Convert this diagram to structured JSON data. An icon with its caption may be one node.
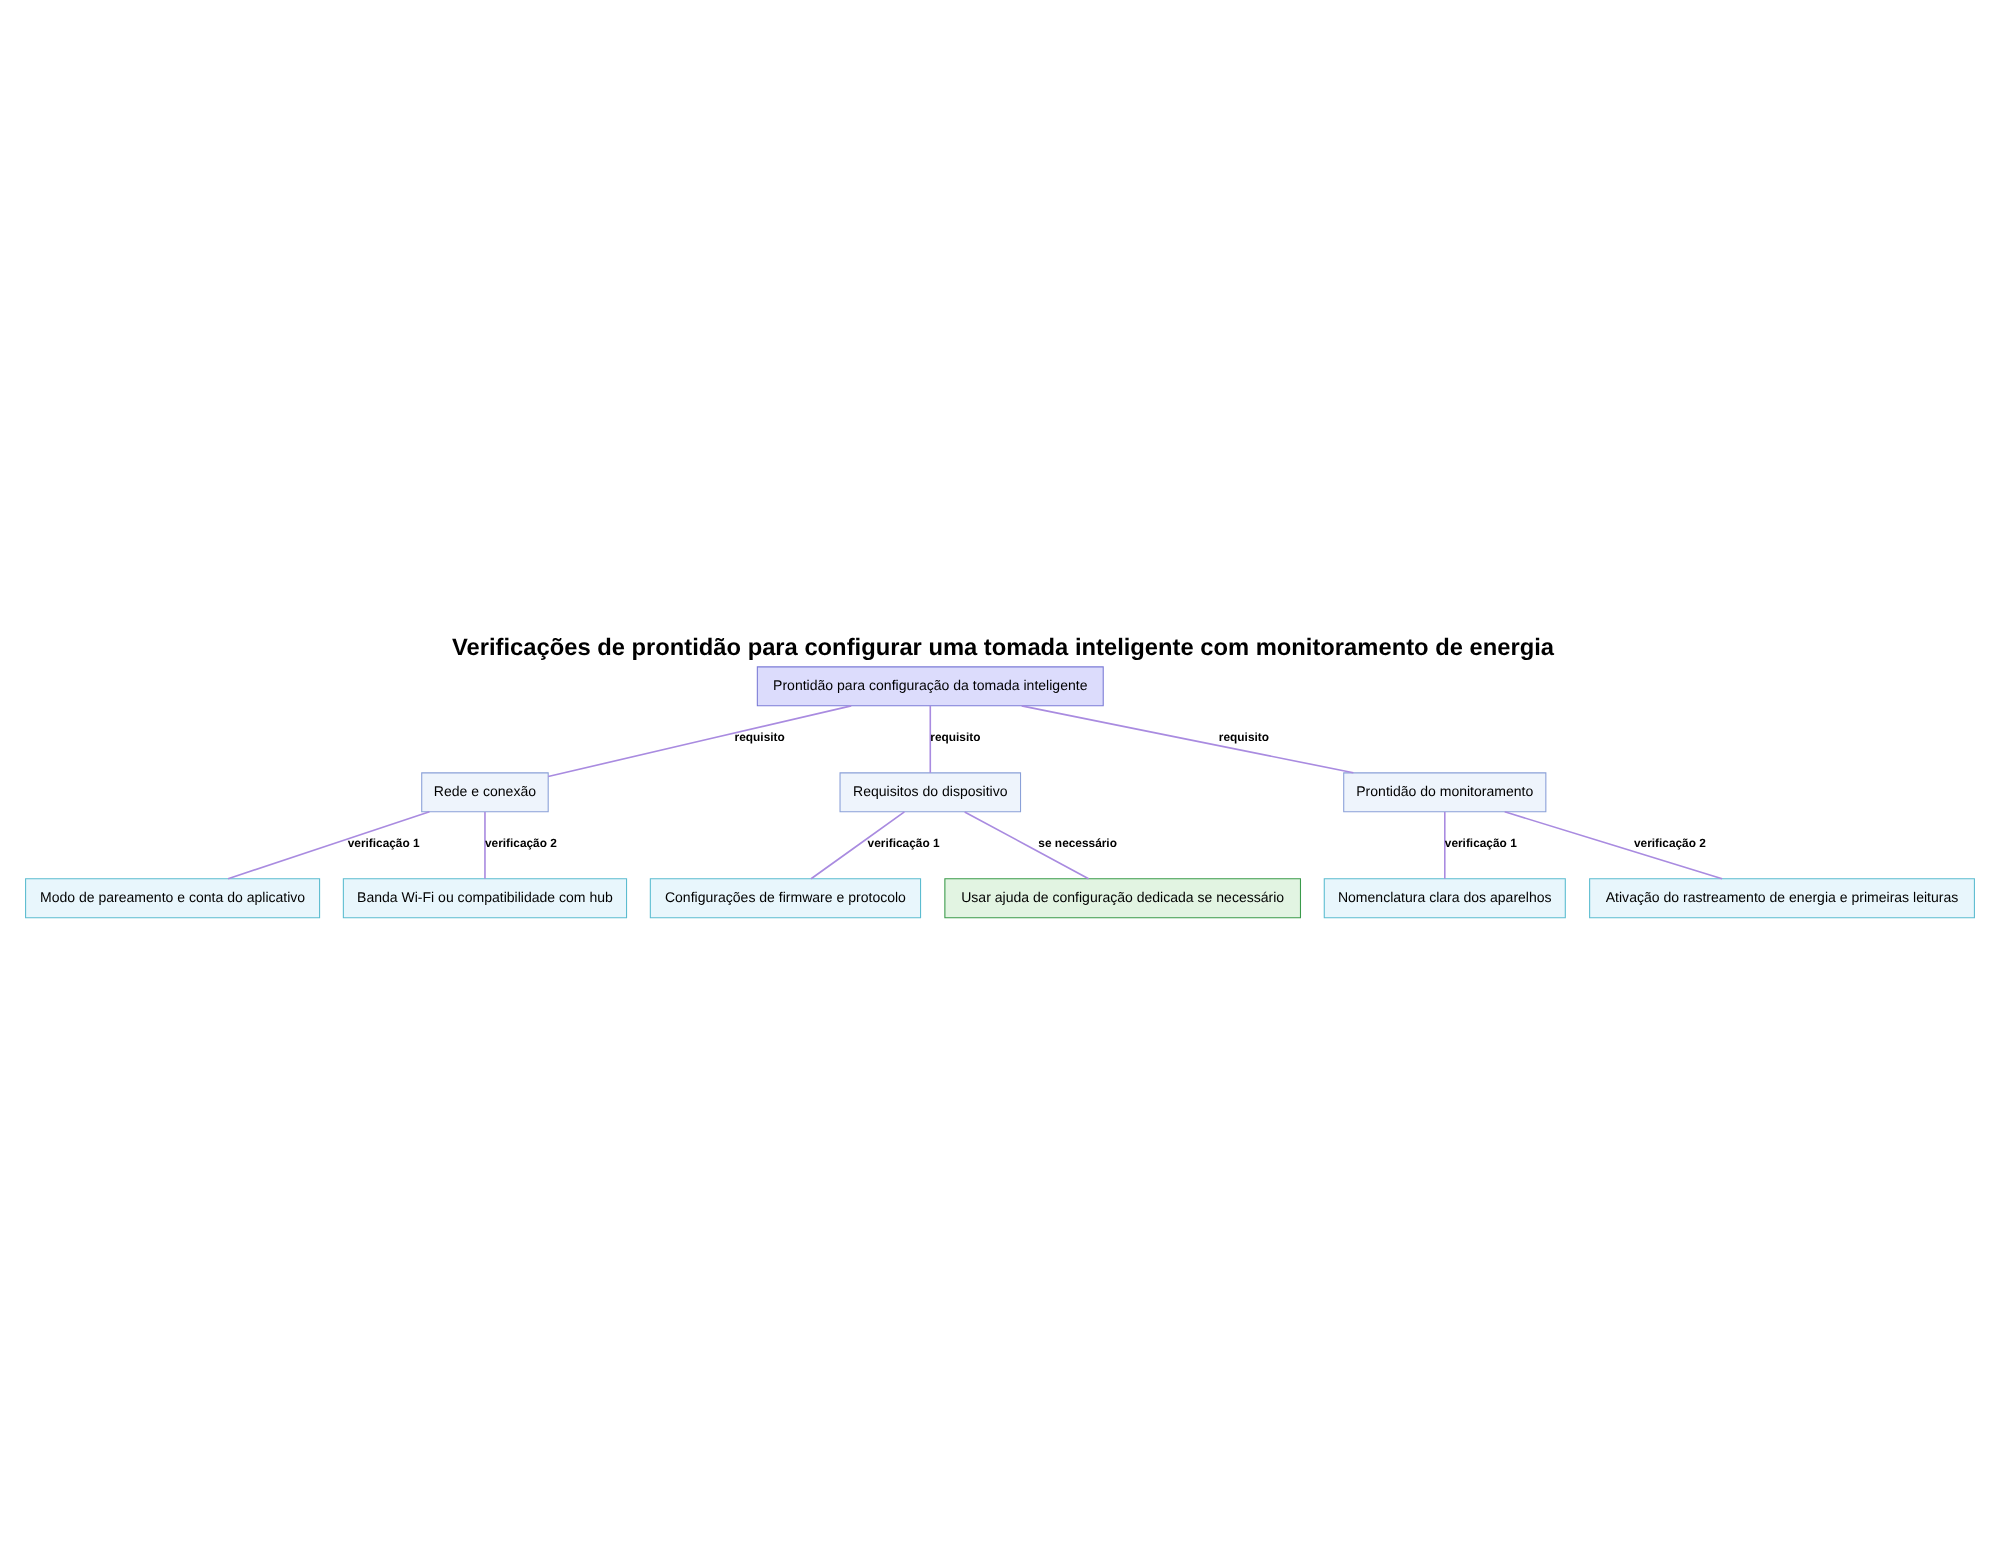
{
  "diagram": {
    "title": "Verificações de prontidão para configurar uma tomada inteligente com monitoramento de energia",
    "nodes": [
      {
        "text": [
          "Prontidão para configuração da tomada inteligente"
        ]
      },
      {
        "text": [
          "Rede e conexão"
        ]
      },
      {
        "text": [
          "Requisitos do dispositivo"
        ]
      },
      {
        "text": [
          "Prontidão do monitoramento"
        ]
      },
      {
        "text": [
          "Modo de pareamento e conta do aplicativo"
        ]
      },
      {
        "text": [
          "Banda Wi-Fi ou compatibilidade com hub"
        ]
      },
      {
        "text": [
          "Configurações de firmware e protocolo"
        ]
      },
      {
        "text": [
          "Usar ajuda de configuração dedicada se necessário"
        ]
      },
      {
        "text": [
          "Nomenclatura clara dos aparelhos"
        ]
      },
      {
        "text": [
          "Ativação do rastreamento de energia e primeiras leituras"
        ]
      }
    ],
    "edges": [
      {
        "from": 0,
        "to": 1,
        "arrow": "none",
        "label": "requisito"
      },
      {
        "from": 0,
        "to": 2,
        "arrow": "none",
        "label": "requisito"
      },
      {
        "from": 0,
        "to": 3,
        "arrow": "none",
        "label": "requisito"
      },
      {
        "from": 1,
        "to": 4,
        "arrow": "none",
        "label": "verificação 1"
      },
      {
        "from": 1,
        "to": 5,
        "arrow": "none",
        "label": "verificação 2"
      },
      {
        "from": 2,
        "to": 6,
        "arrow": "none",
        "label": "verificação 1"
      },
      {
        "from": 2,
        "to": 7,
        "arrow": "none",
        "label": "se necessário"
      },
      {
        "from": 3,
        "to": 8,
        "arrow": "none",
        "label": "verificação 1"
      },
      {
        "from": 3,
        "to": 9,
        "arrow": "none",
        "label": "verificação 2"
      }
    ]
  }
}
